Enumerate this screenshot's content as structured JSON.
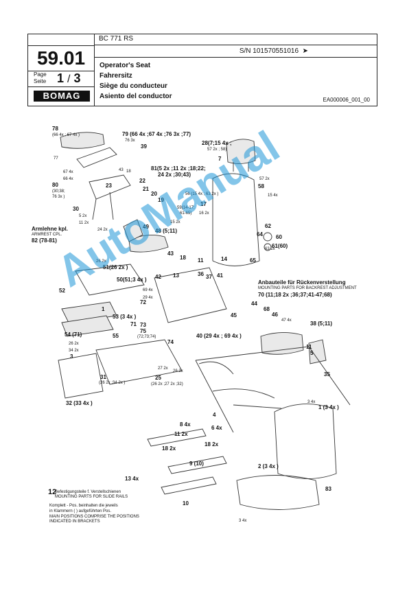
{
  "header": {
    "section_number": "59.01",
    "page_label_1": "Page",
    "page_label_2": "Seite",
    "page_current": "1",
    "page_sep": "/",
    "page_total": "3",
    "brand": "BOMAG",
    "model": "BC 771 RS",
    "serial": "S/N 101570551016",
    "serial_arrow": "➤",
    "titles": [
      "Operator's Seat",
      "Fahrersitz",
      "Siège du conducteur",
      "Asiento del conductor"
    ],
    "doc_code": "EA000006_001_00"
  },
  "watermark": "AutoManual",
  "callouts": {
    "c78": "78",
    "c78s": "(66 4x ; 67 4x )",
    "c79": "79 (66 4x ;67 4x ;76 3x ;77)",
    "c76": "76 3x",
    "c39": "39",
    "c77": "77",
    "c67": "67 4x",
    "c66": "66 4x",
    "c43": "43",
    "c18": "18",
    "c22": "22",
    "c81": "81(5 2x ;11 2x ;18;22;",
    "c81b": "24 2x ;30;43)",
    "c80": "80",
    "c80s": "(30;38;",
    "c80t": "76 3x )",
    "c23": "23",
    "c21": "21",
    "c20": "20",
    "c19": "19",
    "c30": "30",
    "c5": "5 2x",
    "c11": "11 2x",
    "c24": "24 2x",
    "c28": "28(7;15 4x ;",
    "c28b": "57 2x ; 58)",
    "c7": "7",
    "c57": "57 2x",
    "c58": "58",
    "c15": "15 4x",
    "c56": "56 (15 4x ; 63 2x )",
    "c17": "17",
    "c59": "59(14-17;",
    "c59b": "61-65)",
    "c16": "16 2x",
    "c15b": "15 2x",
    "c62": "62",
    "c64": "64",
    "c60": "60",
    "c63": "63 2x",
    "c61": "61(60)",
    "c49": "49",
    "c48": "48 (5;11)",
    "armrest1": "Armlehne kpl.",
    "armrest2": "ARMREST CPL.",
    "c82": "82 (78-81)",
    "c26": "26 2x",
    "c51": "51(26 2x )",
    "c43b": "43",
    "c18b": "18",
    "c50": "50(51;3 4x )",
    "c42": "42",
    "c13": "13",
    "c11b": "11",
    "c14": "14",
    "c65": "65",
    "c36": "36",
    "c37": "37",
    "c41": "41",
    "c69": "69 4x",
    "c29": "29 4x",
    "c52": "52",
    "c53": "53 (3 4x )",
    "c1": "1",
    "c71": "71",
    "c72": "72",
    "c73": "73",
    "c75": "75",
    "c75s": "(72;73;74)",
    "c55": "55",
    "c54": "54 (71)",
    "c26b": "26 2x",
    "c34": "34 2x",
    "c3": "3",
    "c74": "74",
    "c40": "40 (29 4x ; 69 4x )",
    "back1": "Anbauteile für Rückenverstellung",
    "back2": "MOUNTING PARTS FOR BACKREST ADJUSTMENT",
    "c70": "70 (11;18 2x ;36;37;41-47;68)",
    "c44": "44",
    "c68": "68",
    "c46": "46",
    "c47": "47 4x",
    "c45": "45",
    "c38": "38 (5;11)",
    "c11c": "11",
    "c5b": "5",
    "c35": "35",
    "c27": "27 2x",
    "c31": "31",
    "c31s": "(26 2x ;34 2x )",
    "c25": "25",
    "c25s": "(26 2x ;27 2x ;32)",
    "c26c": "26 2x",
    "c32": "32 (33 4x )",
    "c4": "4",
    "c3b": "3 4x",
    "c1b": "1 (3 4x )",
    "c8": "8 4x",
    "c6": "6 4x",
    "c11d": "11 2x",
    "c18c": "18 2x",
    "c18d": "18 2x",
    "c9": "9 (10)",
    "c2": "2 (3 4x )",
    "c13b": "13 4x",
    "c83": "83",
    "c10": "10",
    "c3c": "3 4x",
    "note12": "12",
    "note12a": "Befestigungsteile f. Verstellschienen",
    "note12b": "MOUNTING PARTS FOR SLIDE RAILS",
    "notea": "Komplett - Pos. beinhalten die jeweils",
    "noteb": "in Klammern ( ) aufgeführten Pos.",
    "notec": "MAIN POSITIONS COMPRISE THE POSITIONS",
    "noted": "INDICATED IN BRACKETS"
  }
}
